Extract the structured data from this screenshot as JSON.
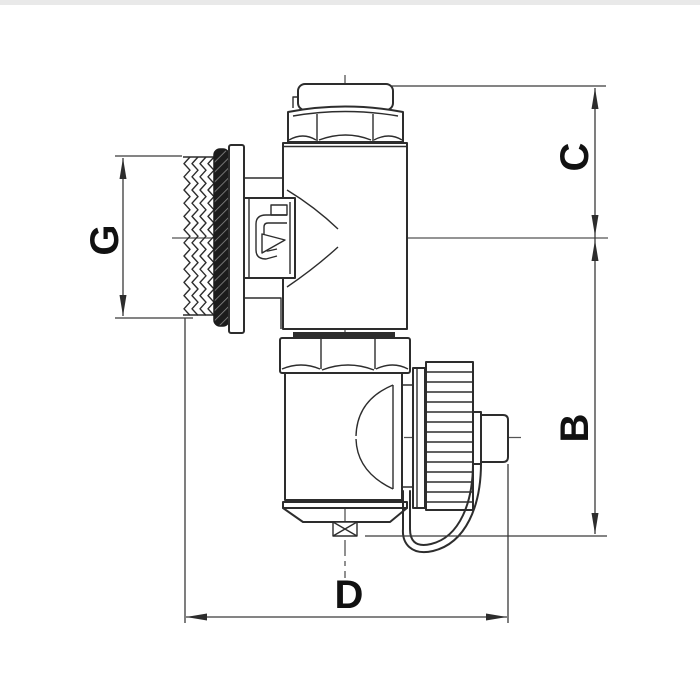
{
  "drawing": {
    "kind": "technical-line-drawing",
    "labels": {
      "thread_size": "G",
      "upper_height": "C",
      "lower_height": "B",
      "overall_width": "D"
    },
    "colors": {
      "background": "#ffffff",
      "top_strip": "#e9e9e9",
      "part_line": "#2d2d2d",
      "dimension_line": "#3a3a3a",
      "seal_fill": "#1c1c1c",
      "label_text": "#111111"
    }
  }
}
